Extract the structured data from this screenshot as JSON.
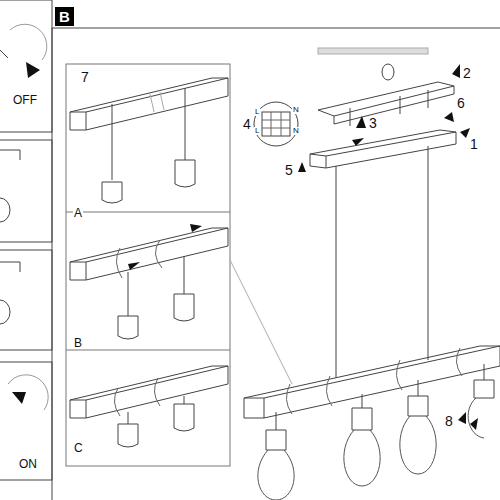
{
  "diagram": {
    "nodes": [
      {
        "text": [
          "B"
        ]
      }
    ],
    "labels": [
      "OFF",
      "ON",
      "7",
      "A",
      "B",
      "C",
      "1",
      "2",
      "3",
      "4",
      "5",
      "6",
      "8",
      "L",
      "L",
      "N",
      "N"
    ]
  }
}
